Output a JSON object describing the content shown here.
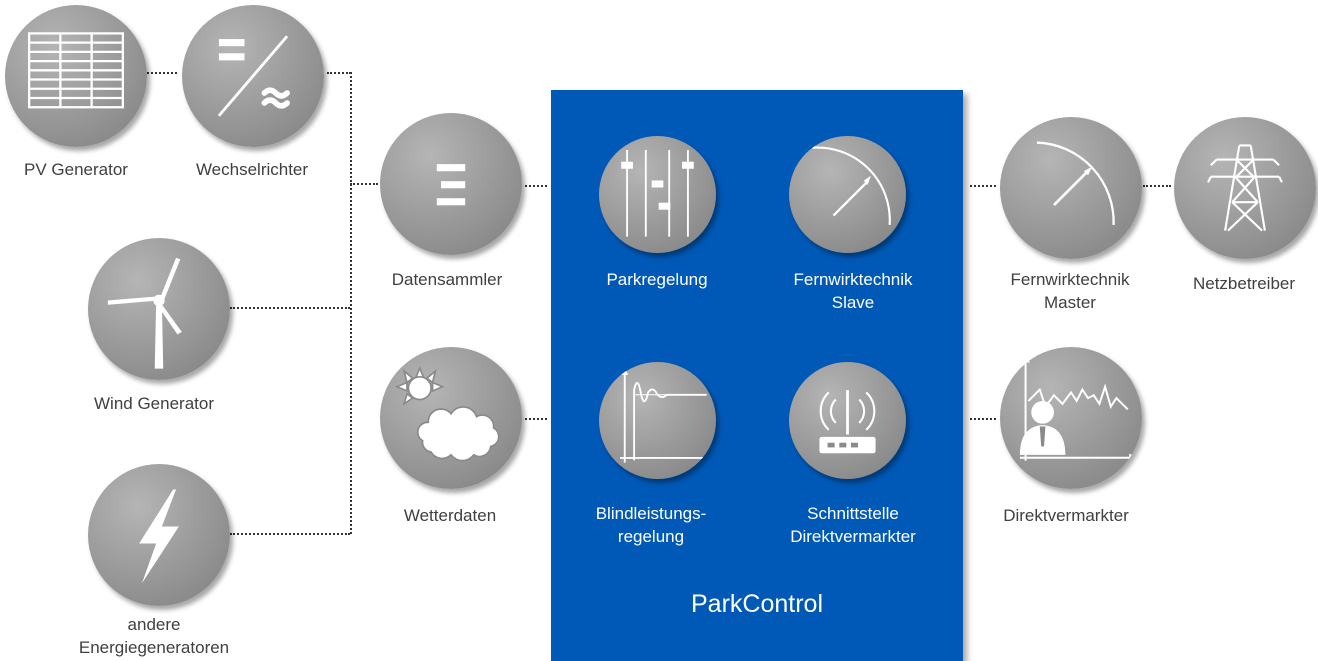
{
  "nodes": {
    "pv_generator": "PV Generator",
    "wechselrichter": "Wechselrichter",
    "wind_generator": "Wind Generator",
    "andere": [
      "andere",
      "Energiegeneratoren"
    ],
    "datensammler": "Datensammler",
    "wetterdaten": "Wetterdaten",
    "parkregelung": "Parkregelung",
    "fernwirk_slave": [
      "Fernwirktechnik",
      "Slave"
    ],
    "blindleistung": [
      "Blindleistungs-",
      "regelung"
    ],
    "schnittstelle": [
      "Schnittstelle",
      "Direktvermarkter"
    ],
    "fernwirk_master": [
      "Fernwirktechnik",
      "Master"
    ],
    "netzbetreiber": "Netzbetreiber",
    "direktvermarkter": "Direktvermarkter"
  },
  "panel_title": "ParkControl",
  "colors": {
    "panel": "#0059b7",
    "circle": "#979797",
    "label": "#404040",
    "connector": "#333333"
  }
}
